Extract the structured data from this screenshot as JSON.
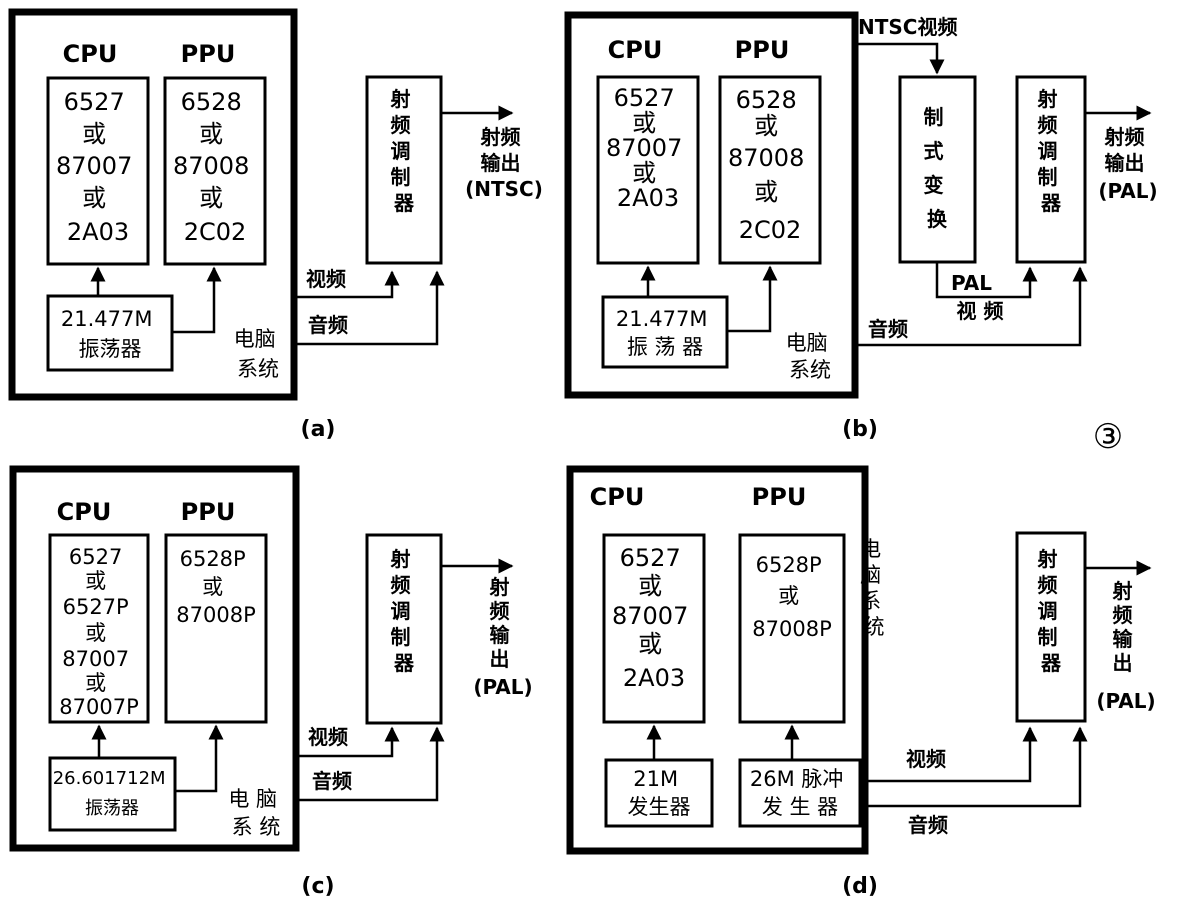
{
  "figure_number": "③",
  "panels": [
    {
      "id": "a",
      "cpu_header": "CPU",
      "ppu_header": "PPU",
      "cpu_chips": [
        "6527",
        "或",
        "87007",
        "或",
        "2A03"
      ],
      "ppu_chips": [
        "6528",
        "或",
        "87008",
        "或",
        "2C02"
      ],
      "oscillator": [
        "21.477M",
        "振荡器"
      ],
      "system": [
        "电脑",
        "系统"
      ],
      "video_label": "视频",
      "audio_label": "音频",
      "modulator": [
        "射",
        "频",
        "调",
        "制",
        "器"
      ],
      "output": [
        "射频",
        "输出",
        "(NTSC)"
      ],
      "caption": "(a)"
    },
    {
      "id": "b",
      "cpu_header": "CPU",
      "ppu_header": "PPU",
      "cpu_chips": [
        "6527",
        "或",
        "87007",
        "或",
        "2A03"
      ],
      "ppu_chips": [
        "6528",
        "或",
        "87008",
        "或",
        "2C02"
      ],
      "oscillator": [
        "21.477M",
        "振 荡 器"
      ],
      "system": [
        "电脑",
        "系统"
      ],
      "ntsc_label": "NTSC视频",
      "converter": [
        "制",
        "式",
        "变",
        "换"
      ],
      "pal_video_label": [
        "PAL",
        "视 频"
      ],
      "audio_label": "音频",
      "modulator": [
        "射",
        "频",
        "调",
        "制",
        "器"
      ],
      "output": [
        "射频",
        "输出",
        "(PAL)"
      ],
      "caption": "(b)"
    },
    {
      "id": "c",
      "cpu_header": "CPU",
      "ppu_header": "PPU",
      "cpu_chips": [
        "6527",
        "或",
        "6527P",
        "或",
        "87007",
        "或",
        "87007P"
      ],
      "ppu_chips": [
        "6528P",
        "或",
        "87008P"
      ],
      "oscillator": [
        "26.601712M",
        "振荡器"
      ],
      "system": [
        "电 脑",
        "系 统"
      ],
      "video_label": "视频",
      "audio_label": "音频",
      "modulator": [
        "射",
        "频",
        "调",
        "制",
        "器"
      ],
      "output": [
        "射",
        "频",
        "输",
        "出",
        "(PAL)"
      ],
      "caption": "(c)"
    },
    {
      "id": "d",
      "cpu_header": "CPU",
      "ppu_header": "PPU",
      "cpu_chips": [
        "6527",
        "或",
        "87007",
        "或",
        "2A03"
      ],
      "ppu_chips": [
        "6528P",
        "或",
        "87008P"
      ],
      "cpu_generator": [
        "21M",
        "发生器"
      ],
      "ppu_generator": [
        "26M 脉冲",
        "发 生 器"
      ],
      "system": [
        "电",
        "脑",
        "系",
        "统"
      ],
      "video_label": "视频",
      "audio_label": "音频",
      "modulator": [
        "射",
        "频",
        "调",
        "制",
        "器"
      ],
      "output": [
        "射",
        "频",
        "输",
        "出",
        "(PAL)"
      ],
      "caption": "(d)"
    }
  ]
}
